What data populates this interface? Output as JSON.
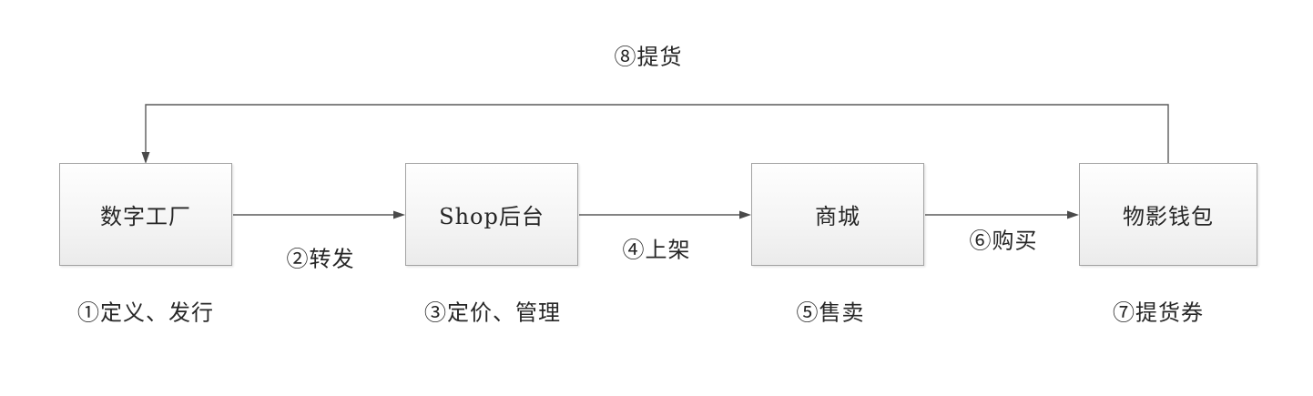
{
  "diagram": {
    "title": "product-flow-diagram",
    "nodes": [
      {
        "id": "digital-factory",
        "label": "数字工厂"
      },
      {
        "id": "shop-backend",
        "label": "Shop后台"
      },
      {
        "id": "mall",
        "label": "商城"
      },
      {
        "id": "wuying-wallet",
        "label": "物影钱包"
      }
    ],
    "edges": [
      {
        "id": "forward",
        "label": "②转发",
        "from": "digital-factory",
        "to": "shop-backend"
      },
      {
        "id": "listing",
        "label": "④上架",
        "from": "shop-backend",
        "to": "mall"
      },
      {
        "id": "purchase",
        "label": "⑥购买",
        "from": "mall",
        "to": "wuying-wallet"
      },
      {
        "id": "pickup",
        "label": "⑧提货",
        "from": "wuying-wallet",
        "to": "digital-factory"
      }
    ],
    "step_labels": [
      {
        "id": "define-issue",
        "label": "①定义、发行"
      },
      {
        "id": "price-manage",
        "label": "③定价、管理"
      },
      {
        "id": "sell",
        "label": "⑤售卖"
      },
      {
        "id": "pickup-voucher",
        "label": "⑦提货券"
      }
    ],
    "colors": {
      "background": "#ffffff",
      "box_border": "#a3a3a3",
      "box_fill_top": "#fefefe",
      "box_fill_bottom": "#ebebeb",
      "wire": "#5a5a5a",
      "arrowhead": "#4a4a4a",
      "text": "#262626"
    }
  }
}
